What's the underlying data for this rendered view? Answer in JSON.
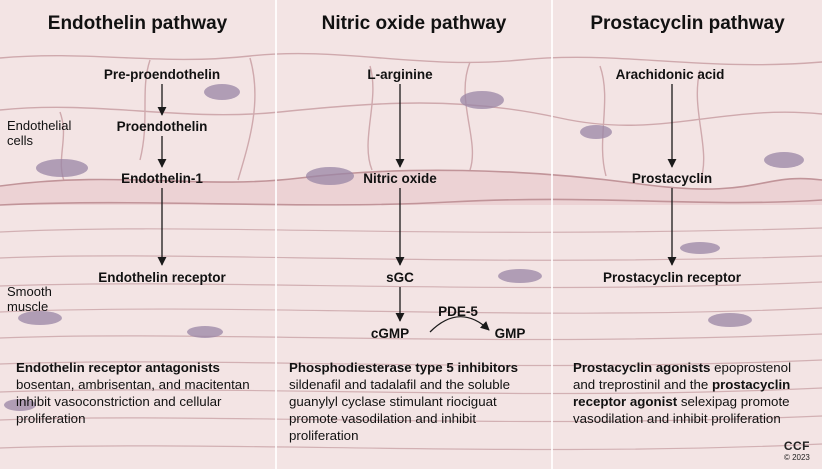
{
  "columns": [
    {
      "title": "Endothelin pathway",
      "nodes": [
        "Pre-proendothelin",
        "Proendothelin",
        "Endothelin-1",
        "Endothelin receptor"
      ],
      "desc_bold": "Endothelin receptor antagonists",
      "desc_rest": " bosentan, ambrisentan, and macitentan inhibit vasoconstriction and cellular proliferation"
    },
    {
      "title": "Nitric oxide pathway",
      "nodes": [
        "L-arginine",
        "Nitric oxide",
        "sGC",
        "cGMP",
        "GMP"
      ],
      "enzyme": "PDE-5",
      "desc_bold": "Phosphodiesterase type 5 inhibitors",
      "desc_rest": " sildenafil and tadalafil and the soluble guanylyl cyclase stimulant riociguat promote vasodilation and inhibit proliferation"
    },
    {
      "title": "Prostacyclin pathway",
      "nodes": [
        "Arachidonic acid",
        "Prostacyclin",
        "Prostacyclin receptor"
      ],
      "desc_bold1": "Prostacyclin agonists",
      "desc_mid": " epoprostenol and treprostinil and the ",
      "desc_bold2": "prostacyclin receptor agonist",
      "desc_rest": " selexipag promote vasodilation and inhibit proliferation"
    }
  ],
  "side_labels": {
    "endothelial": "Endothelial cells",
    "smooth": "Smooth muscle"
  },
  "logo": {
    "name": "CCF",
    "copyright": "© 2023"
  },
  "colors": {
    "tissue": "#f3e4e4",
    "line": "#c9a4a8",
    "nucleus": "#8d7a99",
    "arrow": "#1a1a1a"
  }
}
